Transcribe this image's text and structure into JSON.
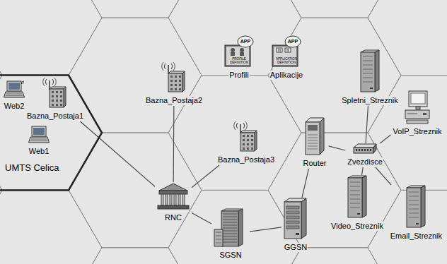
{
  "diagram": {
    "nodes": [
      {
        "text": [
          "UMTS Celica"
        ]
      },
      {
        "text": [
          "Web2"
        ],
        "in": 0
      },
      {
        "text": [
          "Bazna_Postaja1"
        ],
        "in": 0
      },
      {
        "text": [
          "Web1"
        ],
        "in": 0
      },
      {
        "text": [
          "Profili"
        ]
      },
      {
        "text": [
          "Aplikacije"
        ]
      },
      {
        "text": [
          "Spletni_Streznik"
        ]
      },
      {
        "text": [
          "Bazna_Postaja2"
        ]
      },
      {
        "text": [
          "VoIP_Streznik"
        ]
      },
      {
        "text": [
          "Bazna_Postaja3"
        ]
      },
      {
        "text": [
          "Router"
        ]
      },
      {
        "text": [
          "Zvezdisce"
        ]
      },
      {
        "text": [
          "RNC"
        ]
      },
      {
        "text": [
          "Video_Streznik"
        ]
      },
      {
        "text": [
          "Email_Streznik"
        ]
      },
      {
        "text": [
          "SGSN"
        ]
      },
      {
        "text": [
          "GGSN"
        ]
      }
    ],
    "edges": [
      {
        "from": 2,
        "to": 12,
        "arrow": "none"
      },
      {
        "from": 7,
        "to": 12,
        "arrow": "none"
      },
      {
        "from": 9,
        "to": 12,
        "arrow": "none"
      },
      {
        "from": 12,
        "to": 15,
        "arrow": "none"
      },
      {
        "from": 15,
        "to": 16,
        "arrow": "none"
      },
      {
        "from": 16,
        "to": 10,
        "arrow": "none"
      },
      {
        "from": 10,
        "to": 11,
        "arrow": "none"
      },
      {
        "from": 11,
        "to": 6,
        "arrow": "none"
      },
      {
        "from": 11,
        "to": 8,
        "arrow": "none"
      },
      {
        "from": 11,
        "to": 13,
        "arrow": "none"
      },
      {
        "from": 11,
        "to": 14,
        "arrow": "none"
      }
    ],
    "labels": [
      "APP",
      "PROFILE DEFINITION",
      "APP",
      "APPLICATION DEFINITION"
    ]
  }
}
